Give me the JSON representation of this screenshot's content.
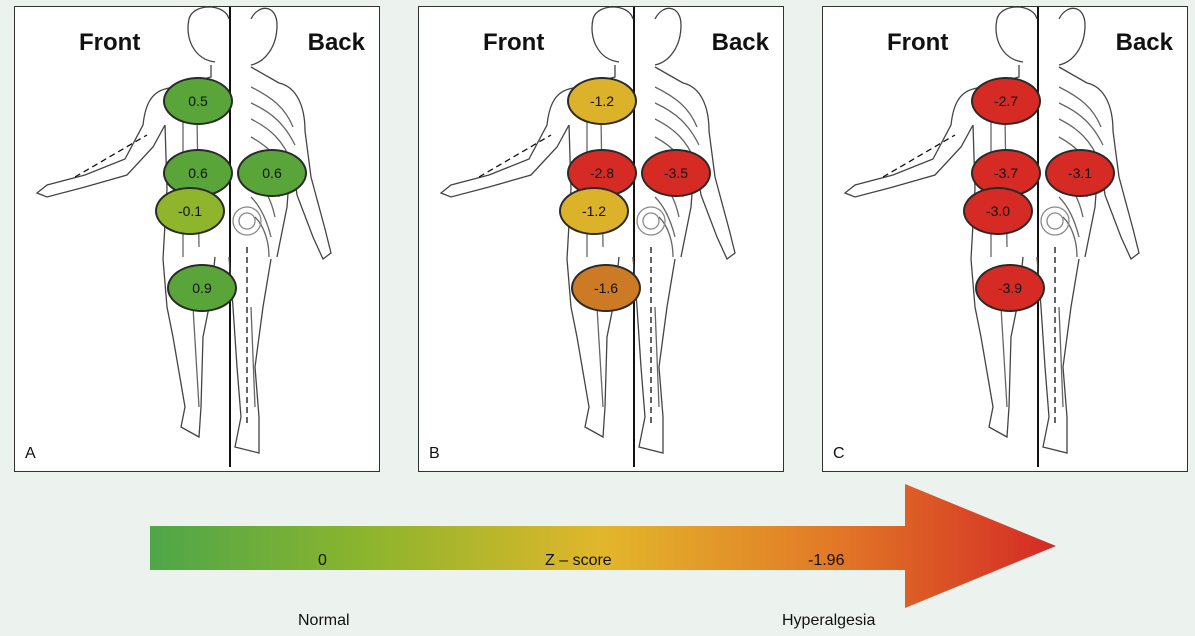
{
  "front_label": "Front",
  "back_label": "Back",
  "panels": [
    {
      "letter": "A",
      "sites": [
        {
          "value": "0.5",
          "color": "#5aa53a"
        },
        {
          "value": "0.6",
          "color": "#5aa53a"
        },
        {
          "value": "0.6",
          "color": "#5aa53a"
        },
        {
          "value": "-0.1",
          "color": "#8fb52c"
        },
        {
          "value": "0.9",
          "color": "#5aa53a"
        }
      ]
    },
    {
      "letter": "B",
      "sites": [
        {
          "value": "-1.2",
          "color": "#dcb22b"
        },
        {
          "value": "-2.8",
          "color": "#d62a24"
        },
        {
          "value": "-3.5",
          "color": "#d62a24"
        },
        {
          "value": "-1.2",
          "color": "#dcb22b"
        },
        {
          "value": "-1.6",
          "color": "#cc7a24"
        }
      ]
    },
    {
      "letter": "C",
      "sites": [
        {
          "value": "-2.7",
          "color": "#d62a24"
        },
        {
          "value": "-3.7",
          "color": "#d62a24"
        },
        {
          "value": "-3.1",
          "color": "#d62a24"
        },
        {
          "value": "-3.0",
          "color": "#d62a24"
        },
        {
          "value": "-3.9",
          "color": "#d62a24"
        }
      ]
    }
  ],
  "scale": {
    "zero": "0",
    "title": "Z – score",
    "cutoff": "-1.96",
    "left_end": "Normal",
    "right_end": "Hyperalgesia",
    "gradient": [
      "#4ea649",
      "#8fb52c",
      "#e2b62b",
      "#e27a26",
      "#d42a25"
    ]
  }
}
